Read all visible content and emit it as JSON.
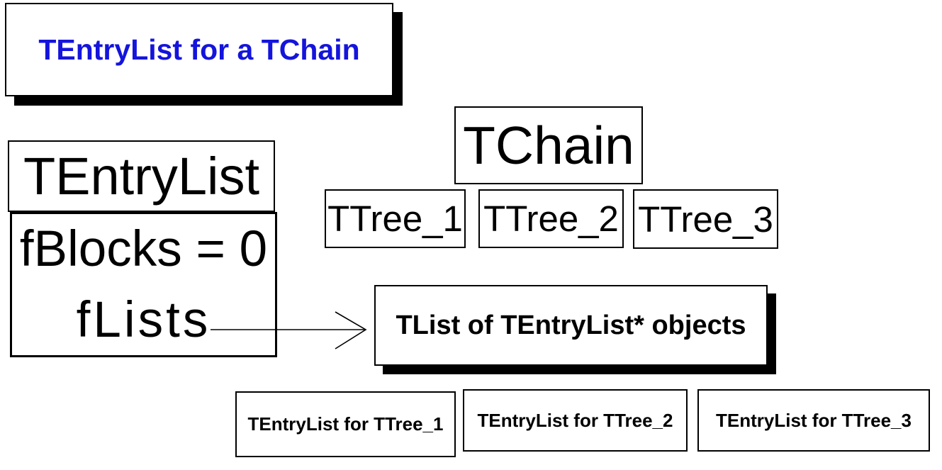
{
  "title": {
    "label": "TEntryList for a TChain"
  },
  "entry_list_class": {
    "name": "TEntryList",
    "fields": [
      {
        "label": "fBlocks = 0"
      },
      {
        "label": "fLists"
      }
    ]
  },
  "chain": {
    "name": "TChain",
    "trees": [
      {
        "label": "TTree_1"
      },
      {
        "label": "TTree_2"
      },
      {
        "label": "TTree_3"
      }
    ]
  },
  "tlist": {
    "label": "TList of TEntryList* objects"
  },
  "tree_entry_lists": [
    {
      "label": "TEntryList for TTree_1"
    },
    {
      "label": "TEntryList for TTree_2"
    },
    {
      "label": "TEntryList for TTree_3"
    }
  ],
  "colors": {
    "title_text": "#1414dc",
    "box_border": "#000000",
    "box_fill": "#ffffff",
    "shadow": "#000000",
    "arrow": "#000000"
  }
}
